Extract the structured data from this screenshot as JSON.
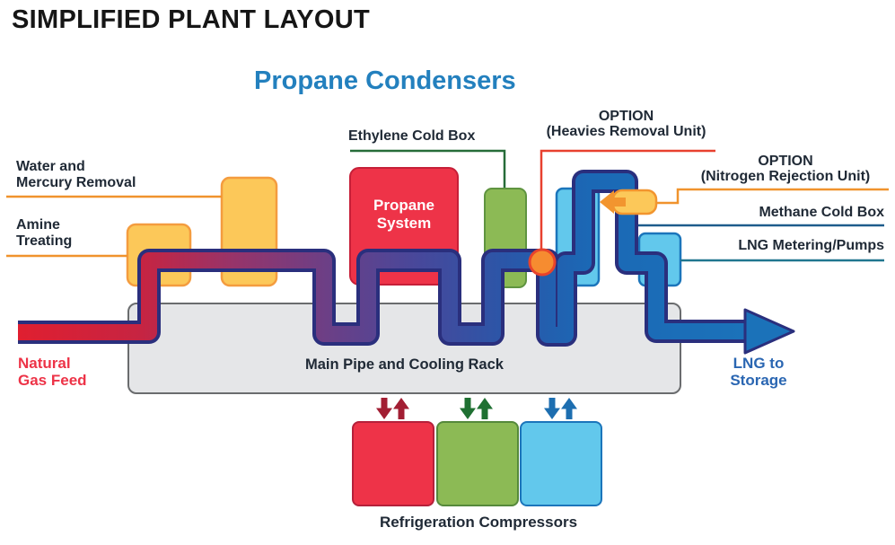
{
  "title": "SIMPLIFIED PLANT LAYOUT",
  "heading": "Propane Condensers",
  "labels": {
    "water_mercury": {
      "line1": "Water and",
      "line2": "Mercury Removal"
    },
    "amine": {
      "line1": "Amine",
      "line2": "Treating"
    },
    "ethylene": "Ethylene Cold Box",
    "option_heavies": {
      "line1": "OPTION",
      "line2": "(Heavies Removal Unit)"
    },
    "option_nitrogen": {
      "line1": "OPTION",
      "line2": "(Nitrogen Rejection Unit)"
    },
    "methane": "Methane Cold Box",
    "lng_metering": "LNG Metering/Pumps",
    "propane_system": {
      "line1": "Propane",
      "line2": "System"
    },
    "natural_gas": {
      "line1": "Natural",
      "line2": "Gas Feed"
    },
    "lng_storage": {
      "line1": "LNG to",
      "line2": "Storage"
    },
    "main_rack": "Main Pipe and Cooling Rack",
    "compressors": "Refrigeration Compressors"
  },
  "colors": {
    "pipe_blue": "#1B72B9",
    "pipe_red": "#E01F30",
    "pipe_outline_navy": "#2A2F7D",
    "block_red": "#EE3348",
    "block_yellow": "#FCC859",
    "block_green": "#8CBA55",
    "block_light_blue": "#62C8EC",
    "rack_gray": "#E5E6E8",
    "accent_orange": "#F68C30",
    "line_orange": "#F0932D",
    "line_red": "#E8402F",
    "line_green": "#266C39",
    "line_dark_blue": "#1E5C8C",
    "line_teal": "#20768F",
    "heading_blue": "#2380BE",
    "label_dark": "#202A36",
    "natural_gas_red": "#ED3347",
    "lng_blue": "#2A66B2",
    "arrow_dark_red": "#A21E33",
    "arrow_dark_green": "#1F7032",
    "arrow_steel_blue": "#1D6EB0"
  }
}
